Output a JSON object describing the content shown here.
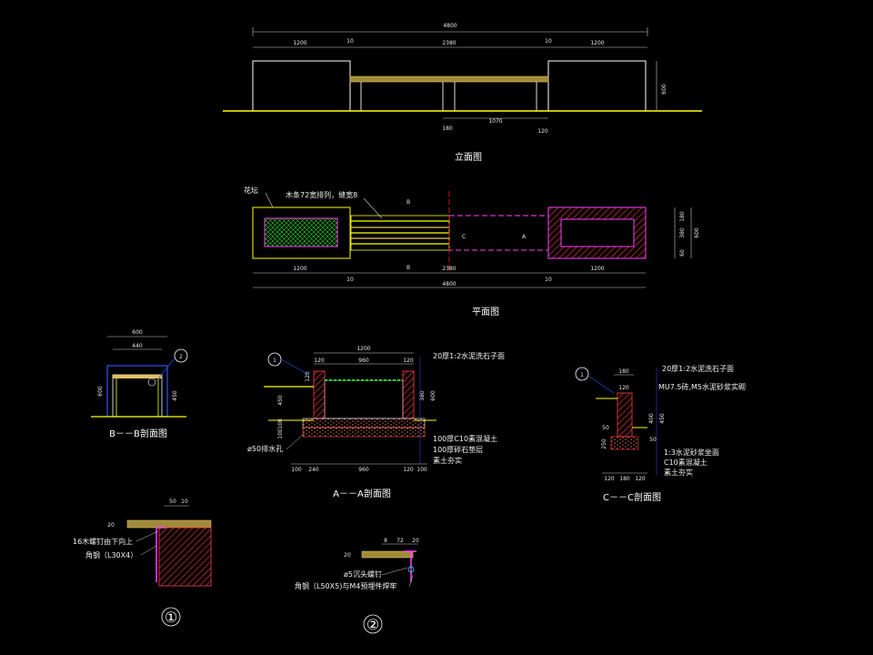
{
  "elevation": {
    "title": "立面图",
    "dims": {
      "total": "4800",
      "left": "1200",
      "gap_l": "10",
      "mid": "2380",
      "gap_r": "10",
      "right": "1200",
      "height": "600",
      "leg1": "180",
      "span": "1070",
      "leg2": "120"
    }
  },
  "plan": {
    "title": "平面图",
    "labels": {
      "planter": "花坛",
      "wood": "木条72宽排列，缝宽8",
      "b_top": "B",
      "b_bot": "B",
      "c": "C",
      "a": "A"
    },
    "dims": {
      "left": "1200",
      "mid": "2380",
      "right": "1200",
      "total": "4800",
      "gap_l": "10",
      "gap_r": "10",
      "v1": "180",
      "v2": "380",
      "v3": "60",
      "vtotal": "600"
    }
  },
  "section_b": {
    "title": "B－－B剖面图",
    "dims": {
      "outer": "600",
      "inner": "440",
      "h1": "600",
      "h2": "450"
    },
    "callout": "2"
  },
  "section_a": {
    "title": "A－－A剖面图",
    "callout": "1",
    "dims": {
      "top": "1200",
      "t1": "120",
      "t2": "960",
      "t3": "120",
      "b1": "100",
      "b2": "240",
      "b3": "960",
      "b4": "120",
      "b5": "100",
      "h_left1": "120",
      "h_left2": "450",
      "h_right1": "380",
      "h_right2": "600",
      "h_low1": "100",
      "h_low2": "100"
    },
    "notes": [
      "20厚1:2水泥洗石子面",
      "100厚C10素混凝土",
      "100厚碎石垫层",
      "素土夯实"
    ],
    "drain": "ø50排水孔"
  },
  "section_c": {
    "title": "C－－C剖面图",
    "callout": "1",
    "dims": {
      "top": "180",
      "t2": "120",
      "h1": "450",
      "h2": "400",
      "h3": "50",
      "b1": "120",
      "b2": "180",
      "b3": "120",
      "side1": "50",
      "side2": "250"
    },
    "notes": [
      "20厚1:2水泥洗石子面",
      "MU7.5砖,M5水泥砂浆实砌",
      "1:3水泥砂浆坐面",
      "C10素混凝土",
      "素土夯实"
    ]
  },
  "detail_1": {
    "label": "①",
    "dims": {
      "a": "50",
      "b": "10",
      "c": "20"
    },
    "notes": [
      "16木螺钉由下向上",
      "角钢（L30X4）"
    ]
  },
  "detail_2": {
    "label": "②",
    "dims": {
      "a": "8",
      "b": "72",
      "c": "20",
      "d": "20"
    },
    "notes": [
      "ø5沉头螺钉",
      "角钢（L50X5)与M4预埋件焊牢"
    ]
  }
}
